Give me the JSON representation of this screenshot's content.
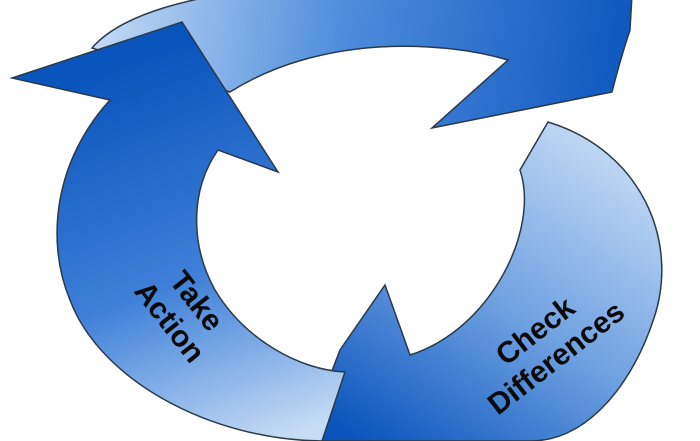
{
  "diagram": {
    "labels": {
      "take_action_line1": "Take",
      "take_action_line2": "Action",
      "check_differences_line1": "Check",
      "check_differences_line2": "Differences"
    },
    "colors": {
      "arrow_dark": "#0a55bd",
      "arrow_mid": "#3c7fd6",
      "arrow_light": "#b9d3f2",
      "outline": "#2b3a4a",
      "background": "#ffffff"
    }
  }
}
